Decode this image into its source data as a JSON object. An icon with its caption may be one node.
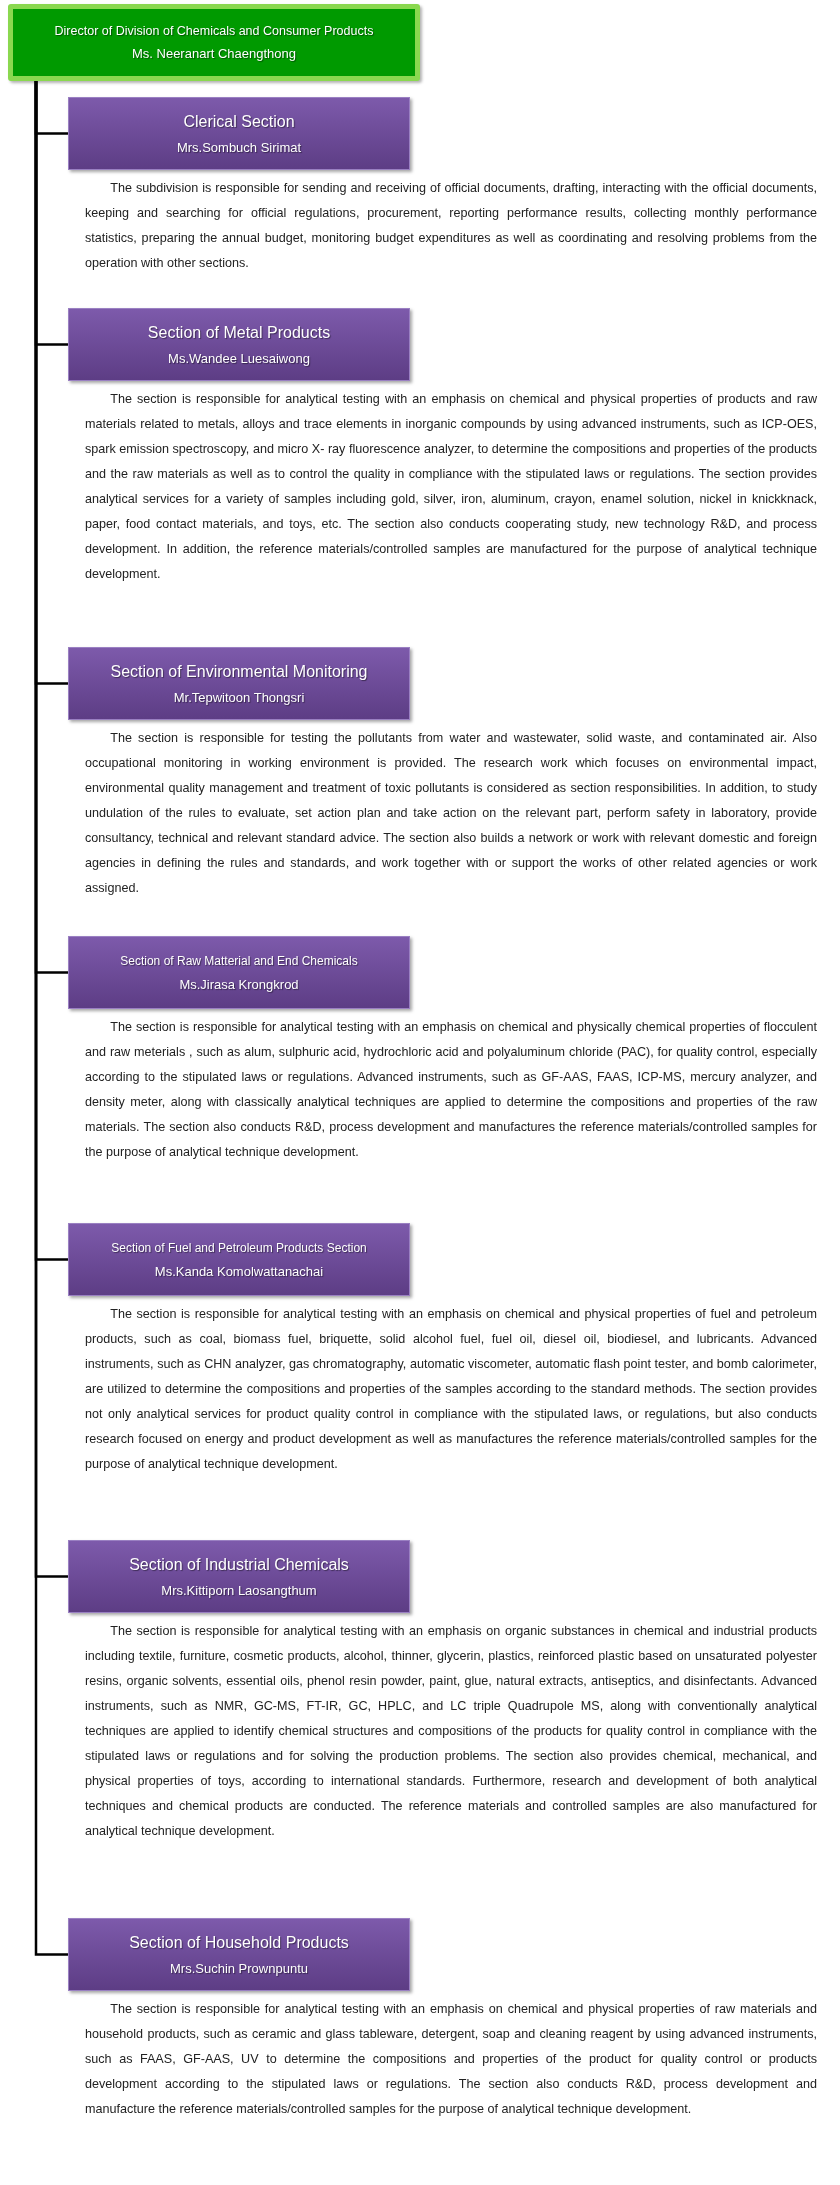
{
  "diagram": {
    "nodes": [
      {
        "text": [
          "Director of Division of Chemicals and Consumer Products",
          "Ms. Neeranart Chaengthong"
        ]
      },
      {
        "text": [
          "Clerical Section",
          "Mrs.Sombuch Sirimat"
        ],
        "beside": [
          "The subdivision is responsible for sending and receiving of official documents, drafting, interacting with the official documents, keeping and searching for official regulations, procurement, reporting performance results, collecting monthly performance statistics, preparing the annual budget, monitoring budget expenditures as well as coordinating and resolving problems from the operation with other sections."
        ]
      },
      {
        "text": [
          "Section of Metal Products",
          "Ms.Wandee Luesaiwong"
        ],
        "beside": [
          "The section is responsible for analytical testing with an emphasis on chemical and physical properties of products and raw materials related to metals, alloys and trace elements in inorganic compounds by using advanced instruments, such as ICP-OES, spark emission spectroscopy, and micro X- ray fluorescence analyzer, to determine the compositions and properties of the products and the raw materials as well as to control the quality in compliance with the stipulated laws or regulations. The section provides analytical services for a variety of samples including gold, silver, iron, aluminum, crayon, enamel solution, nickel in knickknack, paper, food contact materials, and toys, etc. The section also conducts cooperating study, new technology R&D, and process development. In addition, the reference materials/controlled samples are manufactured for the purpose of analytical technique development."
        ]
      },
      {
        "text": [
          "Section of Environmental Monitoring",
          "Mr.Tepwitoon Thongsri"
        ],
        "beside": [
          "The section is responsible for testing the pollutants from water and wastewater, solid waste, and contaminated air. Also occupational monitoring in working environment is provided. The research work which focuses on environmental impact, environmental quality management and treatment of toxic pollutants is considered as section responsibilities. In addition, to study undulation of the rules to evaluate, set action plan and take action on the relevant part, perform safety in laboratory, provide consultancy, technical and relevant standard advice. The section also builds a network or work with relevant domestic and foreign agencies in defining the rules and standards, and work together with or support the works of other related agencies or work assigned."
        ]
      },
      {
        "text": [
          "Section of Raw Matterial and End Chemicals",
          "Ms.Jirasa Krongkrod"
        ],
        "beside": [
          "The section is responsible for analytical testing with an emphasis on chemical and physically chemical properties of flocculent and raw meterials , such as alum, sulphuric acid, hydrochloric acid and polyaluminum chloride (PAC), for quality control, especially according to the stipulated laws or regulations. Advanced instruments, such as GF-AAS, FAAS, ICP-MS, mercury analyzer, and density meter, along with classically analytical techniques are applied to determine the compositions and properties of the raw materials. The section also conducts R&D, process development and manufactures the reference materials/controlled samples for the purpose of analytical technique development."
        ]
      },
      {
        "text": [
          "Section of Fuel and Petroleum Products Section",
          "Ms.Kanda Komolwattanachai"
        ],
        "beside": [
          "The section is responsible for analytical testing with an emphasis on chemical and physical properties of fuel and petroleum products, such as coal, biomass fuel, briquette, solid alcohol fuel, fuel oil, diesel oil, biodiesel, and lubricants. Advanced instruments, such as CHN analyzer, gas chromatography, automatic viscometer, automatic flash point tester, and bomb calorimeter, are utilized to determine the compositions and properties of the samples according to the standard methods. The section provides not only analytical services for product quality control in compliance with the stipulated laws, or regulations, but also conducts research focused on energy and product development as well as manufactures the reference materials/controlled samples for the purpose of analytical technique development."
        ]
      },
      {
        "text": [
          "Section of Industrial Chemicals",
          "Mrs.Kittiporn Laosangthum"
        ],
        "beside": [
          "The section is responsible for analytical testing with an emphasis on organic substances in chemical and industrial products including textile, furniture, cosmetic products, alcohol, thinner, glycerin, plastics, reinforced plastic based on unsaturated polyester resins, organic solvents, essential oils, phenol resin powder, paint, glue, natural extracts, antiseptics, and disinfectants. Advanced instruments, such as NMR, GC-MS, FT-IR, GC, HPLC, and LC triple Quadrupole MS, along with conventionally analytical techniques are applied to identify chemical structures and compositions of the products for quality control in compliance with the stipulated laws or regulations and for solving the production problems. The section also provides chemical, mechanical, and physical properties of toys, according to international standards. Furthermore, research and development of both analytical techniques and chemical products are conducted. The reference materials and controlled samples are also manufactured for analytical technique development."
        ]
      },
      {
        "text": [
          "Section of Household Products",
          "Mrs.Suchin Prownpuntu"
        ],
        "beside": [
          "The section is responsible for analytical testing with an emphasis on chemical and physical properties of raw materials and household products, such as ceramic and glass tableware, detergent, soap and cleaning reagent by using advanced instruments, such as FAAS, GF-AAS, UV to determine the compositions and properties of the product for quality control or products development according to the stipulated laws or regulations. The section also conducts R&D, process development and manufacture the reference materials/controlled samples for the purpose of analytical technique development."
        ]
      }
    ],
    "edges": [
      {
        "from": 0,
        "to": 1,
        "arrow": "none"
      },
      {
        "from": 0,
        "to": 2,
        "arrow": "none"
      },
      {
        "from": 0,
        "to": 3,
        "arrow": "none"
      },
      {
        "from": 0,
        "to": 4,
        "arrow": "none"
      },
      {
        "from": 0,
        "to": 5,
        "arrow": "none"
      },
      {
        "from": 0,
        "to": 6,
        "arrow": "none"
      },
      {
        "from": 0,
        "to": 7,
        "arrow": "none"
      }
    ]
  }
}
